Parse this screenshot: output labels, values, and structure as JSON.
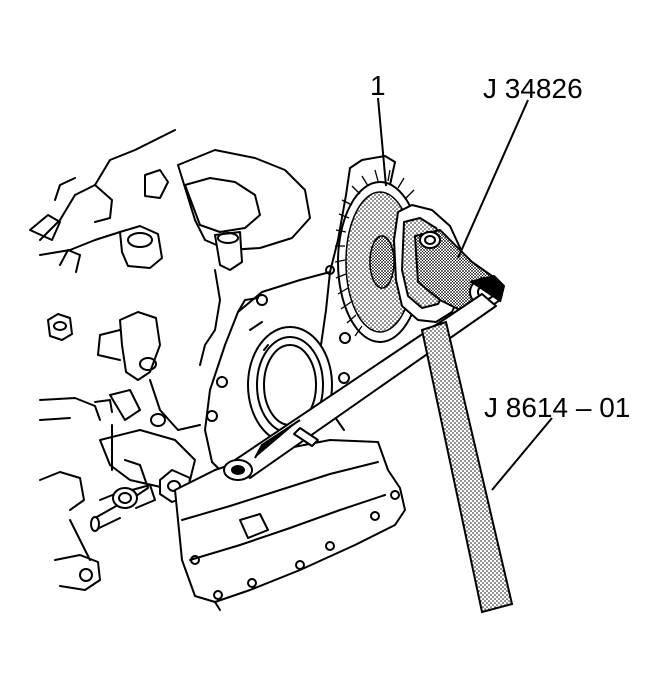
{
  "callouts": {
    "part_1": "1",
    "tool_j34826": "J 34826",
    "tool_j8614": "J 8614 – 01"
  }
}
